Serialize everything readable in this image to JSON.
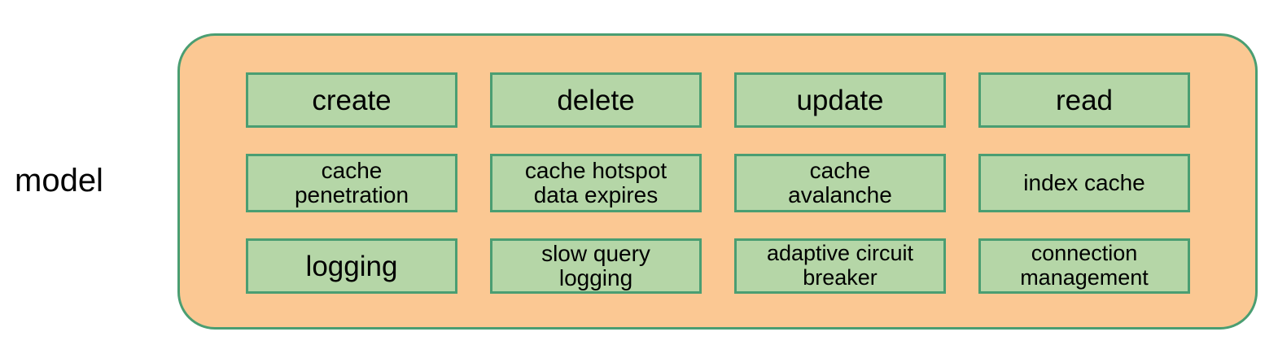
{
  "diagram": {
    "side_label": "model",
    "colors": {
      "group_fill": "#fbc893",
      "group_border": "#4a9e72",
      "cell_fill": "#b5d6a7",
      "cell_border": "#4a9e72",
      "text": "#000000",
      "background": "#ffffff"
    },
    "grid": {
      "columns": 4,
      "rows": 3,
      "cells": [
        {
          "id": "create",
          "label": "create",
          "lines": 1,
          "size": "lg",
          "row": 1,
          "col": 1
        },
        {
          "id": "delete",
          "label": "delete",
          "lines": 1,
          "size": "lg",
          "row": 1,
          "col": 2
        },
        {
          "id": "update",
          "label": "update",
          "lines": 1,
          "size": "lg",
          "row": 1,
          "col": 3
        },
        {
          "id": "read",
          "label": "read",
          "lines": 1,
          "size": "lg",
          "row": 1,
          "col": 4
        },
        {
          "id": "cache-penetration",
          "label": "cache\npenetration",
          "lines": 2,
          "size": "md",
          "row": 2,
          "col": 1
        },
        {
          "id": "cache-hotspot-data-expires",
          "label": "cache hotspot\ndata expires",
          "lines": 2,
          "size": "md",
          "row": 2,
          "col": 2
        },
        {
          "id": "cache-avalanche",
          "label": "cache\navalanche",
          "lines": 2,
          "size": "md",
          "row": 2,
          "col": 3
        },
        {
          "id": "index-cache",
          "label": "index cache",
          "lines": 1,
          "size": "md",
          "row": 2,
          "col": 4
        },
        {
          "id": "logging",
          "label": "logging",
          "lines": 1,
          "size": "lg",
          "row": 3,
          "col": 1
        },
        {
          "id": "slow-query-logging",
          "label": "slow query\nlogging",
          "lines": 2,
          "size": "md",
          "row": 3,
          "col": 2
        },
        {
          "id": "adaptive-circuit-breaker",
          "label": "adaptive circuit\nbreaker",
          "lines": 2,
          "size": "sm",
          "row": 3,
          "col": 3
        },
        {
          "id": "connection-management",
          "label": "connection\nmanagement",
          "lines": 2,
          "size": "sm",
          "row": 3,
          "col": 4
        }
      ]
    }
  }
}
